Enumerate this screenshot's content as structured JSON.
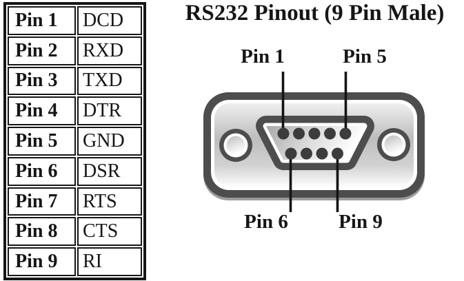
{
  "title": "RS232 Pinout (9 Pin Male)",
  "pin_table": {
    "rows": [
      {
        "pin": "Pin 1",
        "signal": "DCD"
      },
      {
        "pin": "Pin 2",
        "signal": "RXD"
      },
      {
        "pin": "Pin 3",
        "signal": "TXD"
      },
      {
        "pin": "Pin 4",
        "signal": "DTR"
      },
      {
        "pin": "Pin 5",
        "signal": "GND"
      },
      {
        "pin": "Pin 6",
        "signal": "DSR"
      },
      {
        "pin": "Pin 7",
        "signal": "RTS"
      },
      {
        "pin": "Pin 8",
        "signal": "CTS"
      },
      {
        "pin": "Pin 9",
        "signal": "RI"
      }
    ]
  },
  "connector_labels": {
    "pin1": "Pin 1",
    "pin5": "Pin 5",
    "pin6": "Pin 6",
    "pin9": "Pin 9"
  },
  "colors": {
    "outline_dark_gray": "#4d4d4d",
    "pin_dot": "#3c3c3c",
    "leader_line": "#141414",
    "text": "#161616",
    "drop_shadow": "#9b9b9b",
    "background": "#ffffff"
  }
}
